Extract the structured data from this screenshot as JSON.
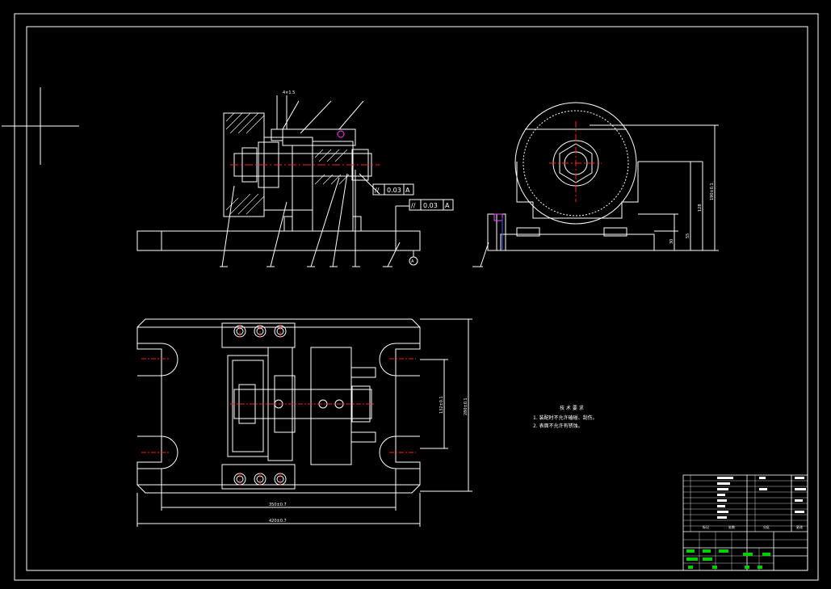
{
  "drawing": {
    "colors": {
      "background": "#000000",
      "line": "#ffffff",
      "center_line": "#ff2020",
      "accent_magenta": "#ff40ff",
      "title_block_green": "#00d000"
    },
    "tolerance_frames": [
      {
        "symbol": "//",
        "value": "0.03",
        "datum": "A"
      },
      {
        "symbol": "//",
        "value": "0.03",
        "datum": "A"
      }
    ],
    "datum_label": "A",
    "dimensions": {
      "top_note": "4×1.5",
      "right_height_1": "30",
      "right_height_2": "55",
      "right_height_3": "128",
      "right_height_4": "190±0.1",
      "plan_inner_width": "350±0.7",
      "plan_outer_width": "420±0.7",
      "plan_inner_height": "132±0.1",
      "plan_outer_height": "280±0.1"
    },
    "tech_requirements": {
      "title": "技 术 要 求",
      "items": [
        "1. 装配时不允许磕碰、刮伤。",
        "2. 表面不允许有锈蚀。"
      ]
    },
    "title_block": {
      "labels": [
        "标记",
        "处数",
        "分区",
        "更改"
      ]
    }
  }
}
